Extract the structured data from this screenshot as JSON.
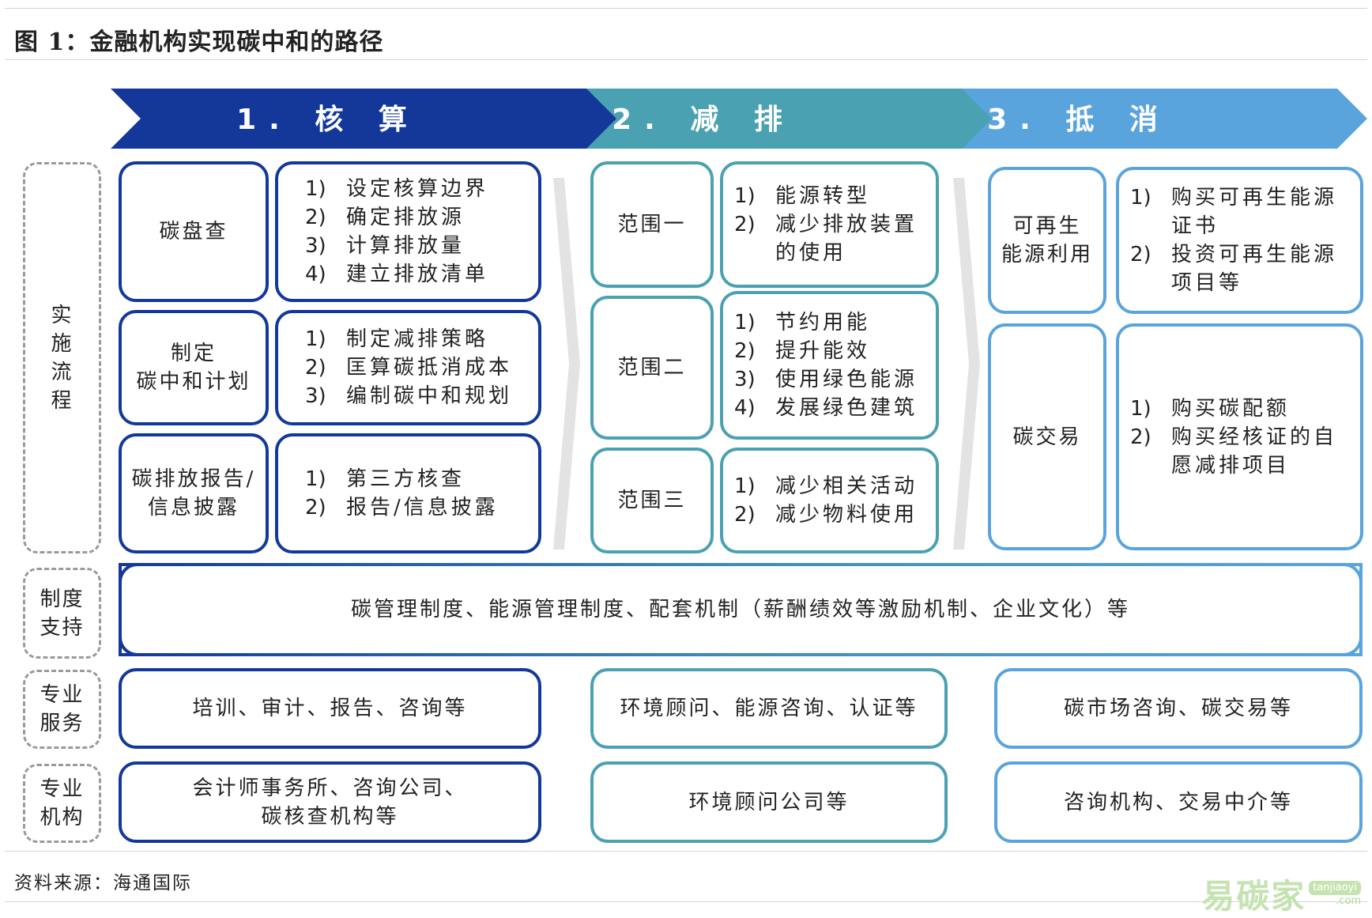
{
  "title": "图 1：金融机构实现碳中和的路径",
  "source": "资料来源：海通国际",
  "colors": {
    "step1": "#13389a",
    "step2": "#4aa1b1",
    "step3": "#5aa4dd"
  },
  "steps": [
    "1. 核 算",
    "2. 减 排",
    "3. 抵 消"
  ],
  "sections": {
    "process": "实施流程",
    "system": "制度支持",
    "service": "专业服务",
    "institution": "专业机构"
  },
  "accounting": {
    "rows": [
      {
        "label": "碳盘查",
        "items": [
          {
            "n": "1)",
            "t": "设定核算边界"
          },
          {
            "n": "2)",
            "t": "确定排放源"
          },
          {
            "n": "3)",
            "t": "计算排放量"
          },
          {
            "n": "4)",
            "t": "建立排放清单"
          }
        ]
      },
      {
        "label": "制定碳中和计划",
        "label_lines": [
          "制定",
          "碳中和计划"
        ],
        "items": [
          {
            "n": "1)",
            "t": "制定减排策略"
          },
          {
            "n": "2)",
            "t": "匡算碳抵消成本"
          },
          {
            "n": "3)",
            "t": "编制碳中和规划"
          }
        ]
      },
      {
        "label": "碳排放报告/信息披露",
        "label_lines": [
          "碳排放报告/",
          "信息披露"
        ],
        "items": [
          {
            "n": "1)",
            "t": "第三方核查"
          },
          {
            "n": "2)",
            "t": "报告/信息披露"
          }
        ]
      }
    ]
  },
  "reduction": {
    "rows": [
      {
        "label": "范围一",
        "items": [
          {
            "n": "1)",
            "t": "能源转型"
          },
          {
            "n": "2)",
            "t": "减少排放装置"
          },
          {
            "n": "",
            "t": "的使用"
          }
        ]
      },
      {
        "label": "范围二",
        "items": [
          {
            "n": "1)",
            "t": "节约用能"
          },
          {
            "n": "2)",
            "t": "提升能效"
          },
          {
            "n": "3)",
            "t": "使用绿色能源"
          },
          {
            "n": "4)",
            "t": "发展绿色建筑"
          }
        ]
      },
      {
        "label": "范围三",
        "items": [
          {
            "n": "1)",
            "t": "减少相关活动"
          },
          {
            "n": "2)",
            "t": "减少物料使用"
          }
        ]
      }
    ]
  },
  "offset": {
    "rows": [
      {
        "label": "可再生能源利用",
        "label_lines": [
          "可再生",
          "能源利用"
        ],
        "items": [
          {
            "n": "1)",
            "t": "购买可再生能源"
          },
          {
            "n": "",
            "t": "证书"
          },
          {
            "n": "2)",
            "t": "投资可再生能源"
          },
          {
            "n": "",
            "t": "项目等"
          }
        ]
      },
      {
        "label": "碳交易",
        "items": [
          {
            "n": "1)",
            "t": "购买碳配额"
          },
          {
            "n": "2)",
            "t": "购买经核证的自"
          },
          {
            "n": "",
            "t": "愿减排项目"
          }
        ]
      }
    ]
  },
  "system_text": "碳管理制度、能源管理制度、配套机制（薪酬绩效等激励机制、企业文化）等",
  "services": [
    "培训、审计、报告、咨询等",
    "环境顾问、能源咨询、认证等",
    "碳市场咨询、碳交易等"
  ],
  "institutions": {
    "col1_lines": [
      "会计师事务所、咨询公司、",
      "碳核查机构等"
    ],
    "col2": "环境顾问公司等",
    "col3": "咨询机构、交易中介等"
  },
  "watermark": {
    "brand": "易碳家",
    "domain": "tanjiaoyi",
    ".com": ".com"
  }
}
